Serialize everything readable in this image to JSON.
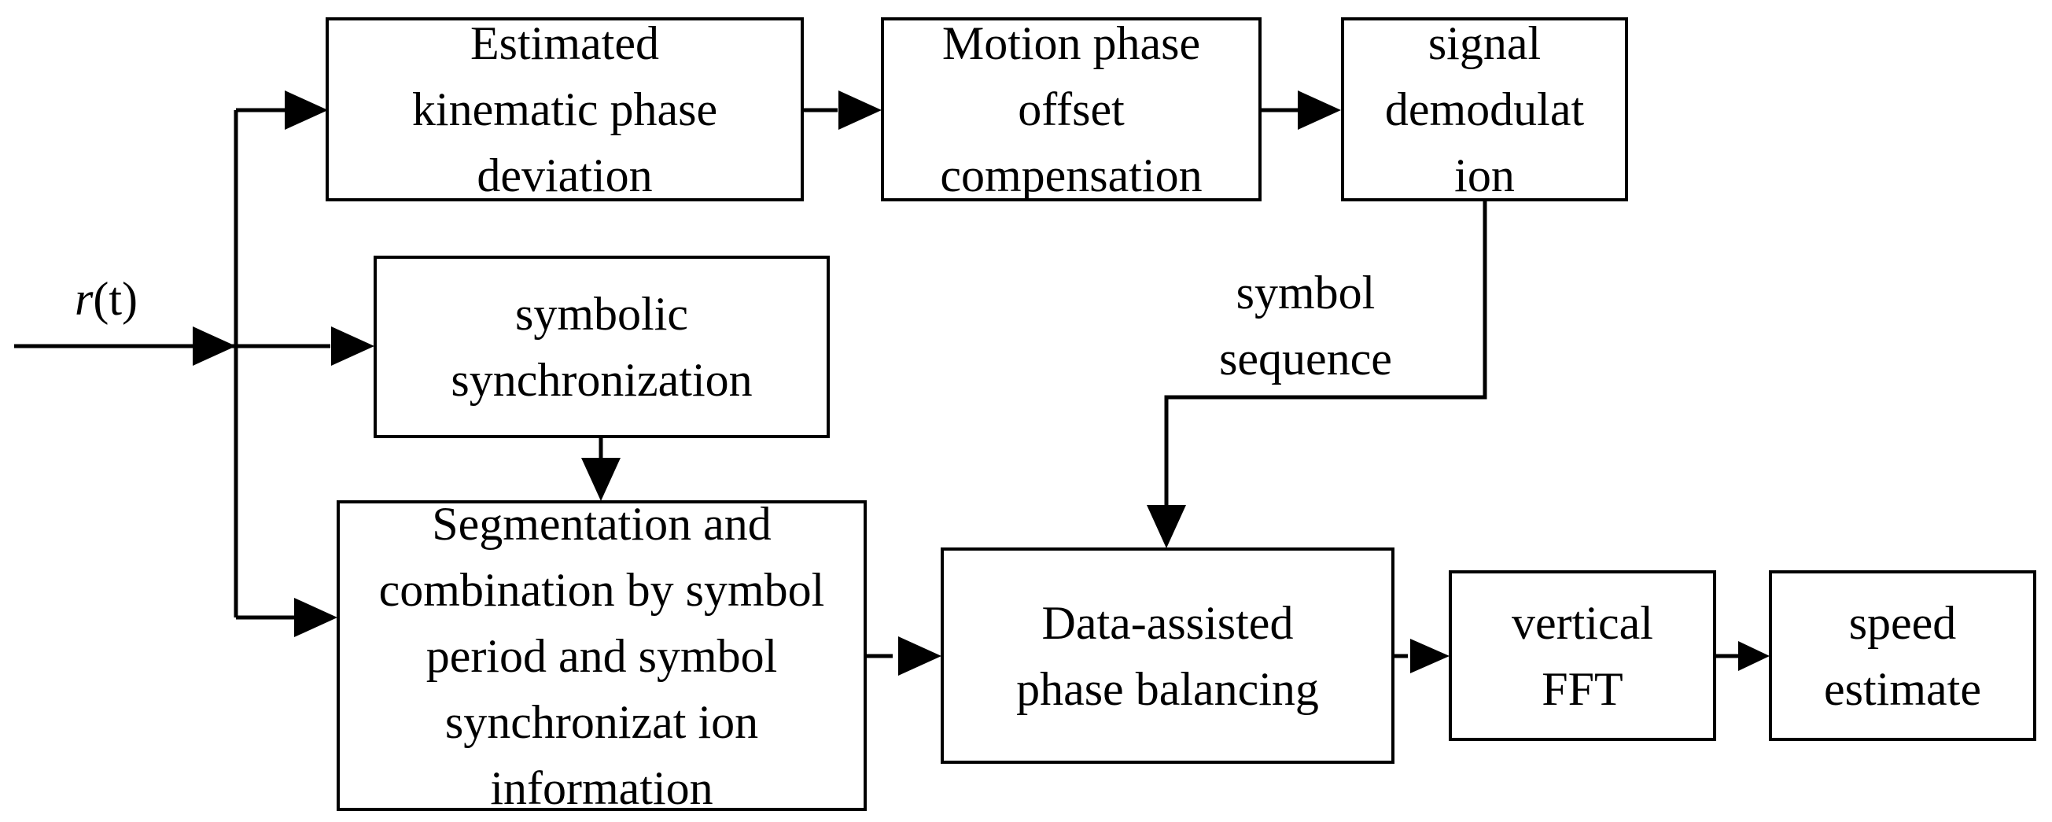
{
  "input_signal": {
    "var": "r",
    "arg": "(t)"
  },
  "blocks": {
    "estimated": [
      "Estimated",
      "kinematic phase",
      "deviation"
    ],
    "compensation": [
      "Motion phase",
      "offset",
      "compensation"
    ],
    "demodulation": [
      "signal",
      "demodulat",
      "ion"
    ],
    "symbolic_sync": [
      "symbolic",
      "synchronization"
    ],
    "segmentation": [
      "Segmentation and",
      "combination by symbol",
      "period and symbol",
      "synchronizat ion",
      "information"
    ],
    "data_assisted": [
      "Data-assisted",
      "phase balancing"
    ],
    "vertical_fft": [
      "vertical",
      "FFT"
    ],
    "speed": [
      "speed",
      "estimate"
    ]
  },
  "edge_label": [
    "symbol",
    "sequence"
  ]
}
